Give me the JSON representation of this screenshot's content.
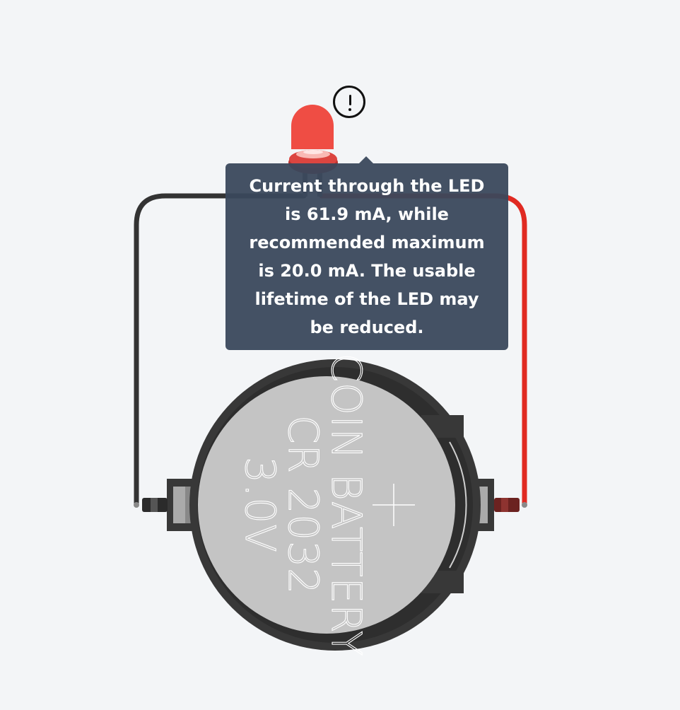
{
  "battery": {
    "line1": "COIN BATTERY",
    "line2": "CR 2032",
    "line3": "3.0V",
    "positive_symbol": "+"
  },
  "led": {
    "color": "red",
    "state": "warning"
  },
  "wires": {
    "negative_color": "black",
    "positive_color": "red"
  },
  "warning": {
    "icon": "exclamation-circle-icon",
    "message": "Current through the LED is 61.9 mA, while recommended maximum is 20.0 mA. The usable lifetime of the LED may be reduced."
  },
  "colors": {
    "background": "#f3f5f7",
    "tooltip": "#3a485c",
    "led": "#ef4d44",
    "battery_holder": "#383838",
    "battery_cell": "#c4c4c4",
    "wire_black": "#333333",
    "wire_red": "#e02a22"
  }
}
